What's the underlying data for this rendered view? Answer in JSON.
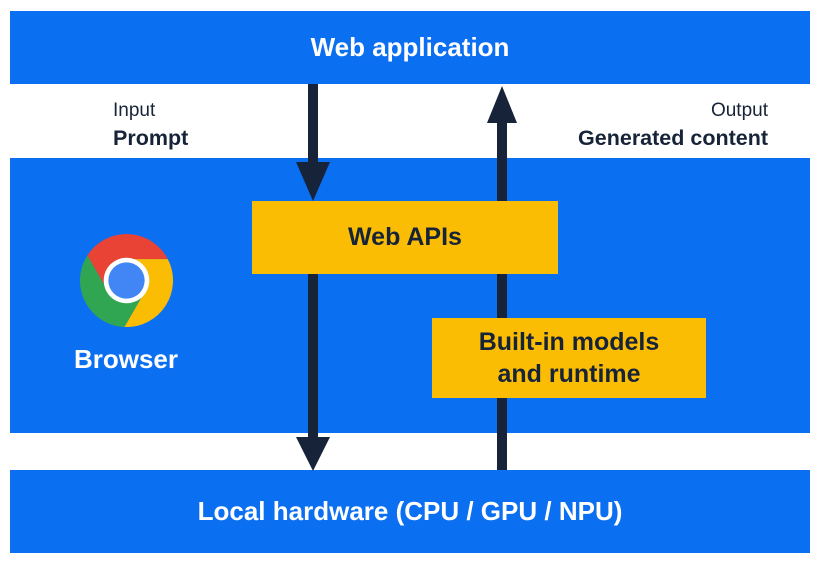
{
  "diagram": {
    "title_bar": {
      "label": "Web application"
    },
    "input_label": {
      "line1": "Input",
      "line2": "Prompt"
    },
    "output_label": {
      "line1": "Output",
      "line2": "Generated content"
    },
    "browser": {
      "label": "Browser",
      "icon": "chrome-icon"
    },
    "web_apis_box": {
      "label": "Web APIs"
    },
    "builtin_box": {
      "line1": "Built-in models",
      "line2": "and runtime"
    },
    "hardware_bar": {
      "label": "Local hardware (CPU / GPU / NPU)"
    },
    "colors": {
      "blue": "#0b6ff2",
      "yellow": "#fbbd04",
      "navy": "#172338",
      "white": "#ffffff",
      "chrome_red": "#e94335",
      "chrome_yellow": "#fbbd04",
      "chrome_green": "#30a653",
      "chrome_blue": "#4285f4"
    }
  }
}
